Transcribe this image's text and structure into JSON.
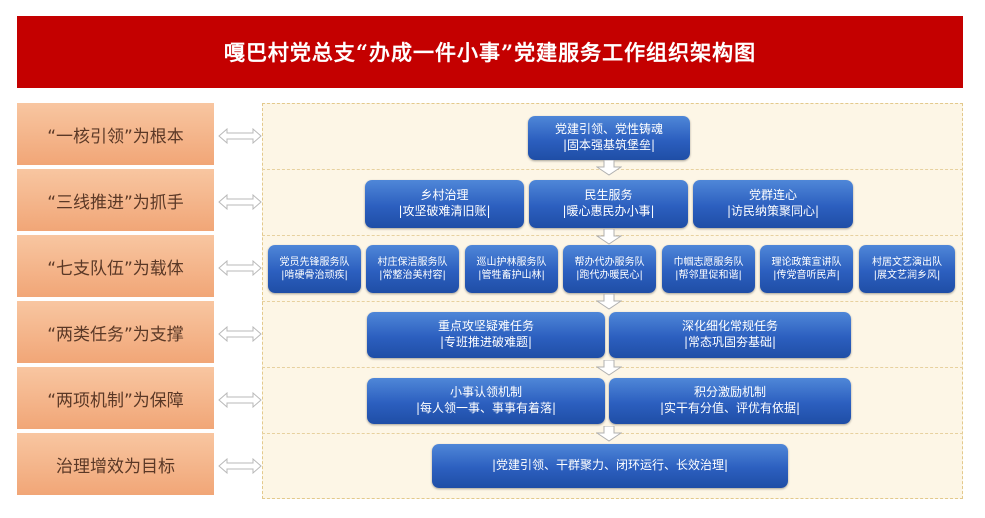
{
  "title": "嘎巴村党总支“办成一件小事”党建服务工作组织架构图",
  "left_labels": [
    "“一核引领”为根本",
    "“三线推进”为抓手",
    "“七支队伍”为载体",
    "“两类任务”为支撑",
    "“两项机制”为保障",
    "治理增效为目标"
  ],
  "core": {
    "line1": "党建引领、党性铸魂",
    "line2": "|固本强基筑堡垒|"
  },
  "three_lines": [
    {
      "line1": "乡村治理",
      "line2": "|攻坚破难清旧账|"
    },
    {
      "line1": "民生服务",
      "line2": "|暖心惠民办小事|"
    },
    {
      "line1": "党群连心",
      "line2": "|访民纳策聚同心|"
    }
  ],
  "seven_teams": [
    {
      "line1": "党员先锋服务队",
      "line2": "|啃硬骨治顽疾|"
    },
    {
      "line1": "村庄保洁服务队",
      "line2": "|常整治美村容|"
    },
    {
      "line1": "巡山护林服务队",
      "line2": "|管牲畜护山林|"
    },
    {
      "line1": "帮办代办服务队",
      "line2": "|跑代办暖民心|"
    },
    {
      "line1": "巾帼志愿服务队",
      "line2": "|帮邻里促和谐|"
    },
    {
      "line1": "理论政策宣讲队",
      "line2": "|传党音听民声|"
    },
    {
      "line1": "村居文艺演出队",
      "line2": "|展文艺润乡风|"
    }
  ],
  "two_tasks": [
    {
      "line1": "重点攻坚疑难任务",
      "line2": "|专班推进破难题|"
    },
    {
      "line1": "深化细化常规任务",
      "line2": "|常态巩固夯基础|"
    }
  ],
  "two_mechanisms": [
    {
      "line1": "小事认领机制",
      "line2": "|每人领一事、事事有着落|"
    },
    {
      "line1": "积分激励机制",
      "line2": "|实干有分值、评优有依据|"
    }
  ],
  "goal": {
    "line1": "|党建引领、干群聚力、闭环运行、长效治理|"
  },
  "colors": {
    "banner": "#c40000",
    "box": "#2c5fbf",
    "label_bg": "#f3b088",
    "panel_bg": "#fdf6e6"
  }
}
